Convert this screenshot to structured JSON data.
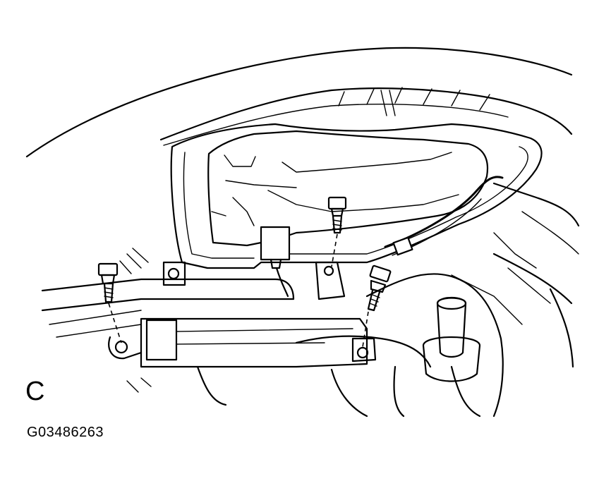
{
  "figure": {
    "view_letter": "C",
    "figure_code": "G03486263"
  },
  "callouts": {
    "bolt_count": 3
  }
}
